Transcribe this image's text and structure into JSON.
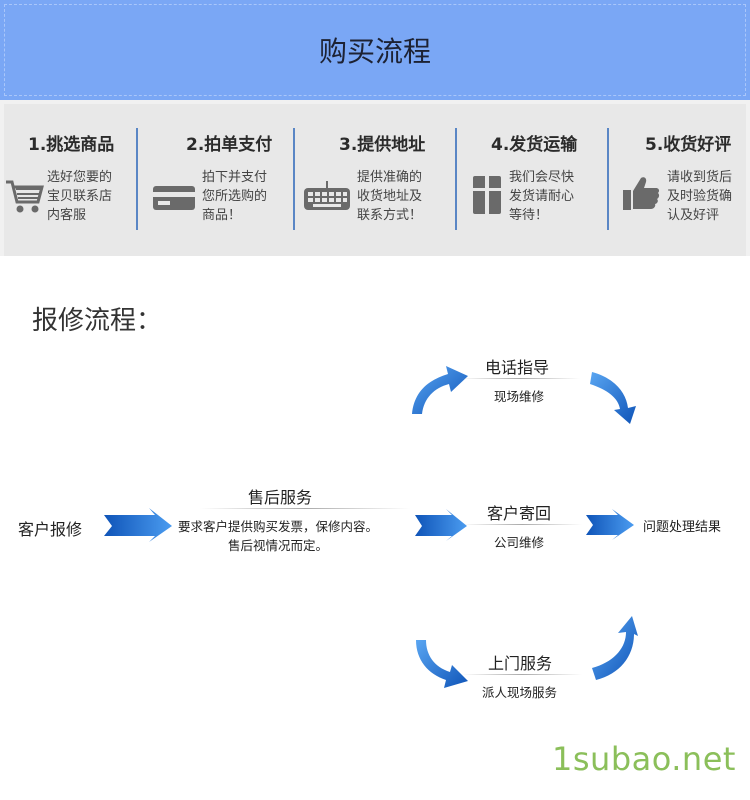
{
  "banner": {
    "title": "购买流程"
  },
  "steps": [
    {
      "title": "1.挑选商品",
      "icon": "cart-icon",
      "lines": [
        "选好您要的",
        "宝贝联系店",
        "内客服"
      ]
    },
    {
      "title": "2.拍单支付",
      "icon": "card-icon",
      "lines": [
        "拍下并支付",
        "您所选购的",
        "商品！"
      ]
    },
    {
      "title": "3.提供地址",
      "icon": "keyboard-icon",
      "lines": [
        "提供准确的",
        "收货地址及",
        "联系方式！"
      ]
    },
    {
      "title": "4.发货运输",
      "icon": "gift-icon",
      "lines": [
        "我们会尽快",
        "发货请耐心",
        "等待！"
      ]
    },
    {
      "title": "5.收货好评",
      "icon": "thumbs-up-icon",
      "lines": [
        "请收到货后",
        "及时验货确",
        "认及好评"
      ]
    }
  ],
  "repair": {
    "title": "报修流程：",
    "start": "客户报修",
    "after_sales": {
      "title": "售后服务",
      "lines": [
        "要求客户提供购买发票，保修内容。",
        "售后视情况而定。"
      ]
    },
    "phone": {
      "title": "电话指导",
      "sub": "现场维修"
    },
    "send_back": {
      "title": "客户寄回",
      "sub": "公司维修"
    },
    "onsite": {
      "title": "上门服务",
      "sub": "派人现场服务"
    },
    "result": "问题处理结果"
  },
  "watermark": "1subao.net",
  "colors": {
    "banner": "#7aa7f5",
    "arrow_blue": "#1f6fd6",
    "separator": "#5a86c5",
    "watermark": "#8bbf5a"
  }
}
